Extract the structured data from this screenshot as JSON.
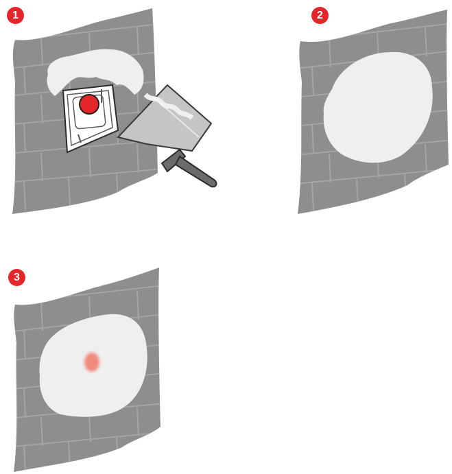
{
  "steps": [
    {
      "number": "1"
    },
    {
      "number": "2"
    },
    {
      "number": "3"
    }
  ],
  "colors": {
    "wall": "#8d8e90",
    "mortar": "#a4a5a7",
    "wall_edge": "#6f7072",
    "filler": "#efefef",
    "badge": "#e3262a",
    "button": "#e3262a",
    "bleed": "#f08070",
    "spatula_handle": "#6a6b6d",
    "spatula_blade": "#c4c5c6"
  },
  "icons": [
    "brick-wall-icon",
    "filler-patch-icon",
    "electrical-socket-icon",
    "putty-knife-icon",
    "red-spot-icon"
  ]
}
